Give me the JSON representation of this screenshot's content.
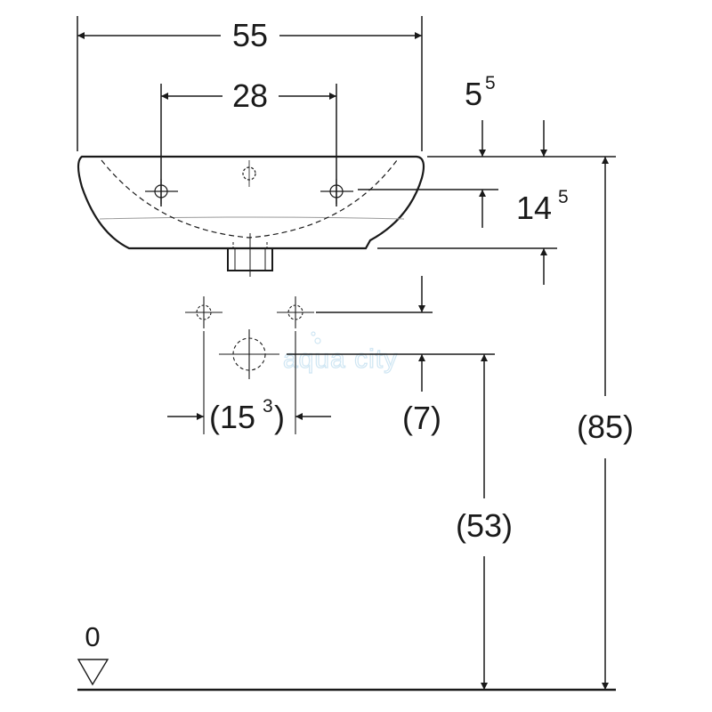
{
  "dims": {
    "overall_width": "55",
    "tap_spacing": "28",
    "rim_offset_base": "5",
    "rim_offset_sup": "5",
    "basin_depth_base": "14",
    "basin_depth_sup": "5",
    "supply_spacing_open": "(15",
    "supply_spacing_sup": "3",
    "supply_spacing_close": ")",
    "drain_offset": "(7)",
    "drain_height": "(53)",
    "rim_height": "(85)",
    "floor_level": "0"
  },
  "watermark": "aqua city",
  "colors": {
    "line": "#1a1a1a",
    "watermark": "#cfe6f3"
  }
}
